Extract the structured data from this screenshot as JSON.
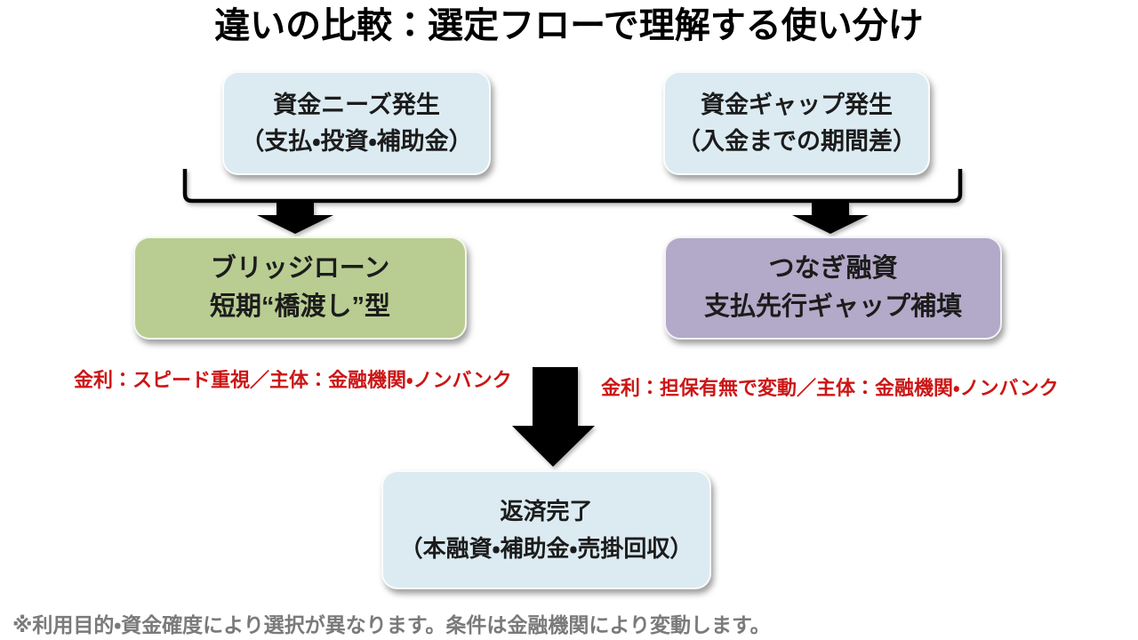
{
  "title": "違いの比較：選定フローで理解する使い分け",
  "flow": {
    "top_left": {
      "line1": "資金ニーズ発生",
      "line2": "（支払・投資・補助金）"
    },
    "top_right": {
      "line1": "資金ギャップ発生",
      "line2": "（入金までの期間差）"
    },
    "mid_left": {
      "line1": "ブリッジローン",
      "line2": "短期“橋渡し”型"
    },
    "mid_right": {
      "line1": "つなぎ融資",
      "line2": "支払先行ギャップ補填"
    },
    "bottom": {
      "line1": "返済完了",
      "line2": "（本融資・補助金・売掛回収）"
    },
    "left_note": "金利：スピード重視／主体：金融機関・ノンバンク",
    "right_note": "金利：担保有無で変動／主体：金融機関・ノンバンク"
  },
  "footer": "※利用目的・資金確度により選択が異なります。条件は金融機関により変動します。",
  "colors": {
    "box_blue": "#dcebf2",
    "box_green": "#b9cd92",
    "box_purple": "#b3a9c8",
    "note_red": "#cc1616",
    "footer_gray": "#7a7a7a",
    "arrow_black": "#000000"
  }
}
